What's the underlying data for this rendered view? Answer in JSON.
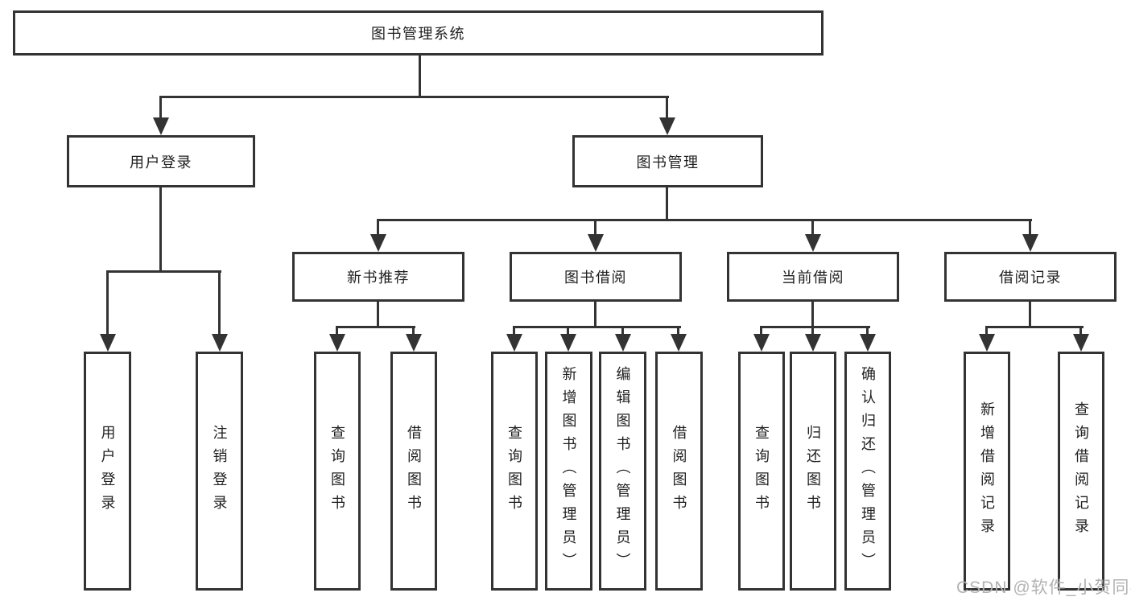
{
  "diagram": {
    "root": "图书管理系统",
    "level2": [
      "用户登录",
      "图书管理"
    ],
    "level3": [
      "新书推荐",
      "图书借阅",
      "当前借阅",
      "借阅记录"
    ],
    "leaves_user": [
      "用户登录",
      "注销登录"
    ],
    "leaves_newbook": [
      "查询图书",
      "借阅图书"
    ],
    "leaves_borrow": [
      "查询图书",
      "新增图书（管理员）",
      "编辑图书（管理员）",
      "借阅图书"
    ],
    "leaves_current": [
      "查询图书",
      "归还图书",
      "确认归还（管理员）"
    ],
    "leaves_records": [
      "新增借阅记录",
      "查询借阅记录"
    ]
  },
  "watermark": "CSDN @软件_小贺同学",
  "colors": {
    "line": "#333333",
    "text": "#1f1f1f",
    "background": "#ffffff",
    "watermark": "#b2b2b2"
  }
}
